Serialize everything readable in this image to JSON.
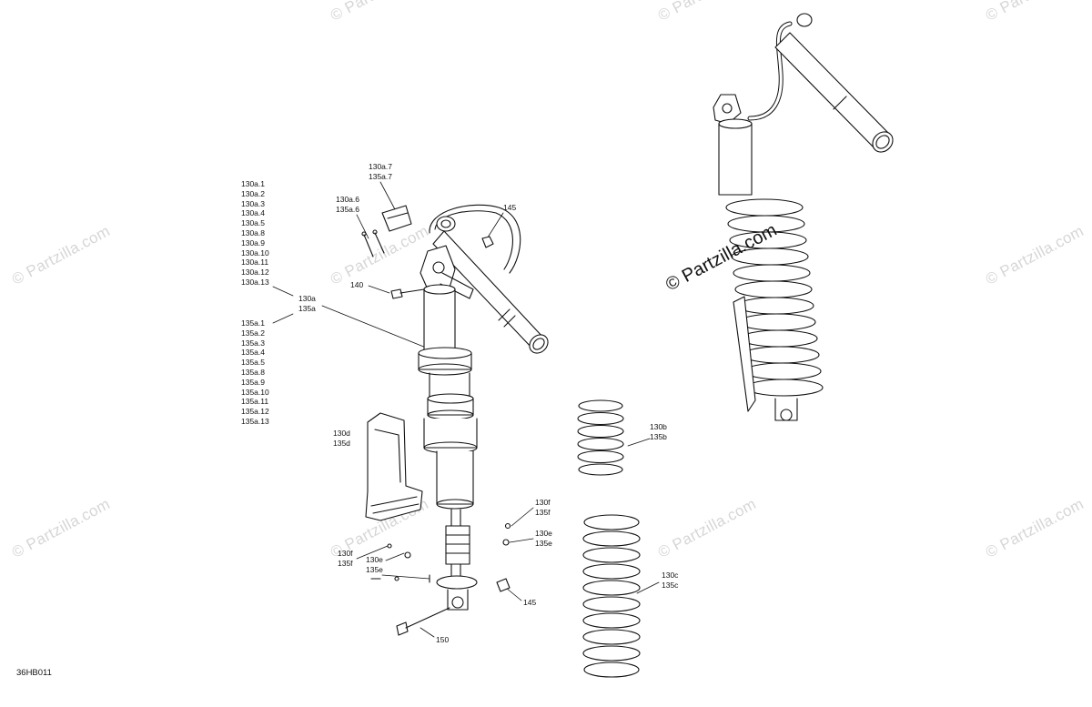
{
  "watermark": "© Partzilla.com",
  "diagram_code": "36HB011",
  "labels": {
    "list_130a": [
      "130a.1",
      "130a.2",
      "130a.3",
      "130a.4",
      "130a.5",
      "130a.8",
      "130a.9",
      "130a.10",
      "130a.11",
      "130a.12",
      "130a.13"
    ],
    "list_135a": [
      "135a.1",
      "135a.2",
      "135a.3",
      "135a.4",
      "135a.5",
      "135a.8",
      "135a.9",
      "135a.10",
      "135a.11",
      "135a.12",
      "135a.13"
    ],
    "assembly_a": [
      "130a",
      "135a"
    ],
    "part_a7": [
      "130a.7",
      "135a.7"
    ],
    "part_a6": [
      "130a.6",
      "135a.6"
    ],
    "part_145_top": "145",
    "part_140": "140",
    "guard_d": [
      "130d",
      "135d"
    ],
    "spring_b": [
      "130b",
      "135b"
    ],
    "spring_c": [
      "130c",
      "135c"
    ],
    "part_f_right": [
      "130f",
      "135f"
    ],
    "part_e_right": [
      "130e",
      "135e"
    ],
    "part_f_left": [
      "130f",
      "135f"
    ],
    "part_e_left": [
      "130e",
      "135e"
    ],
    "part_145_bottom": "145",
    "part_150": "150"
  }
}
